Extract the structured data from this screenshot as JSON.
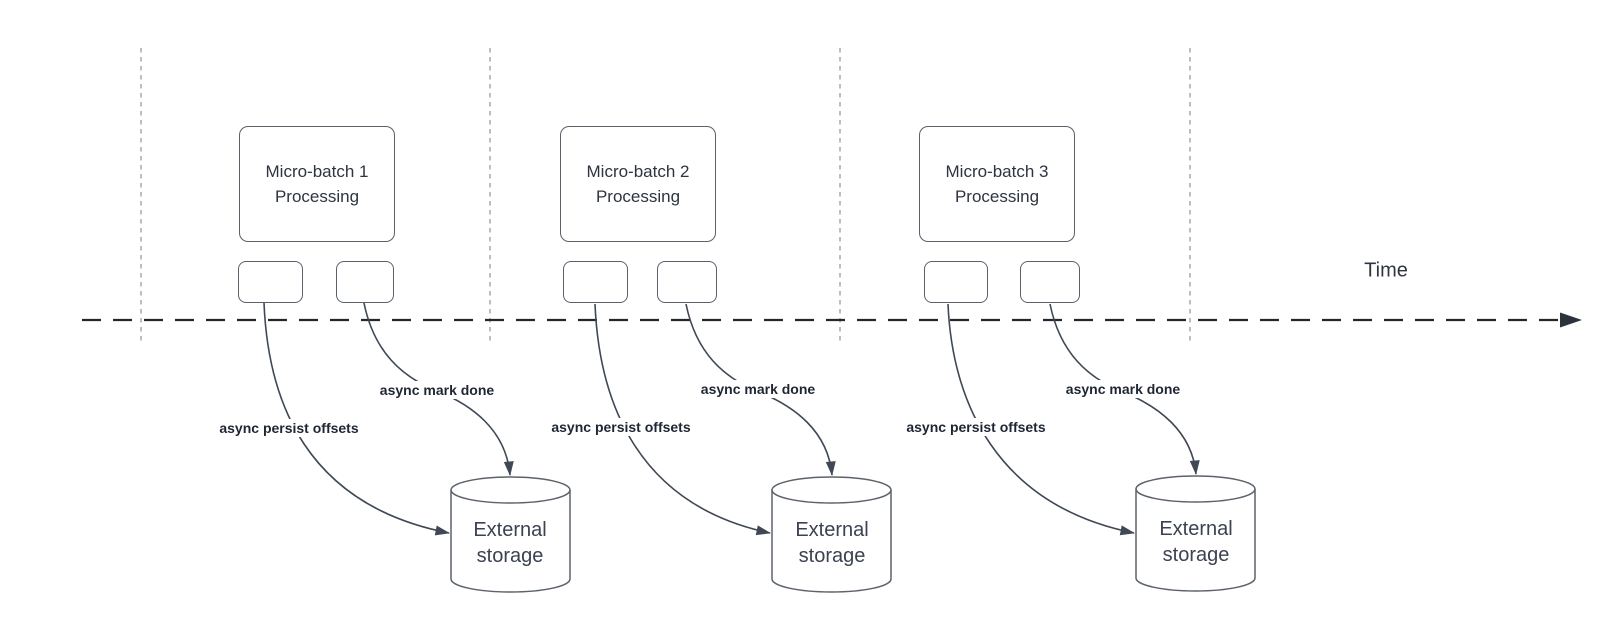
{
  "colors": {
    "edge": "#3f4854",
    "box_border": "#5a616b",
    "timeline": "#23272e",
    "guide": "#a8a8a8",
    "text": "#2e3440"
  },
  "diagram": {
    "time_label": "Time",
    "batches": [
      {
        "title": "Micro-batch 1\nProcessing",
        "persist_label": "async persist offsets",
        "mark_label": "async mark done",
        "storage_label": "External\nstorage"
      },
      {
        "title": "Micro-batch 2\nProcessing",
        "persist_label": "async persist offsets",
        "mark_label": "async mark done",
        "storage_label": "External\nstorage"
      },
      {
        "title": "Micro-batch 3\nProcessing",
        "persist_label": "async persist offsets",
        "mark_label": "async mark done",
        "storage_label": "External\nstorage"
      }
    ]
  }
}
